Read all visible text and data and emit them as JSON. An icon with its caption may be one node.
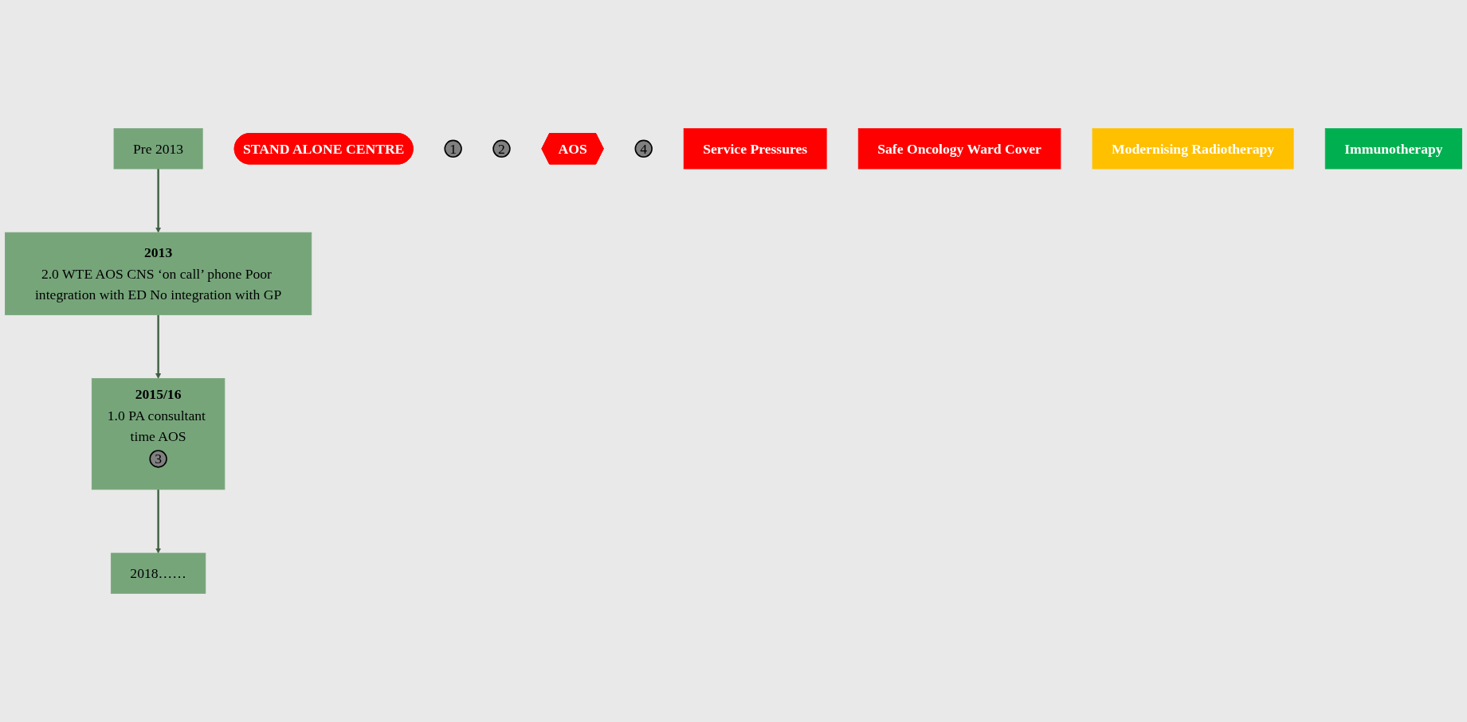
{
  "diagram": {
    "nodes": [
      {
        "text": [
          "Pre 2013"
        ]
      },
      {
        "text": [
          "STAND ALONE CENTRE"
        ]
      },
      {
        "text": [
          "1"
        ]
      },
      {
        "text": [
          "2013",
          "2.0 WTE AOS CNS ‘on call’ phone Poor integration with ED No integration with GP"
        ]
      },
      {
        "text": [
          "2"
        ]
      },
      {
        "text": [
          "AOS"
        ]
      },
      {
        "text": [
          "2015/16",
          "1.0 PA consultant time AOS"
        ]
      },
      {
        "text": [
          "3"
        ],
        "in": 6
      },
      {
        "text": [
          "2018……"
        ]
      },
      {
        "text": [
          "4"
        ]
      },
      {
        "text": [
          "Service Pressures"
        ]
      },
      {
        "text": [
          "Safe Oncology Ward Cover"
        ]
      },
      {
        "text": [
          "Modernising Radiotherapy"
        ]
      },
      {
        "text": [
          "Immunotherapy"
        ]
      }
    ],
    "edges": [
      {
        "from": 0,
        "to": 3,
        "arrow": "to"
      },
      {
        "from": 3,
        "to": 6,
        "arrow": "to"
      },
      {
        "from": 6,
        "to": 8,
        "arrow": "to"
      }
    ]
  }
}
